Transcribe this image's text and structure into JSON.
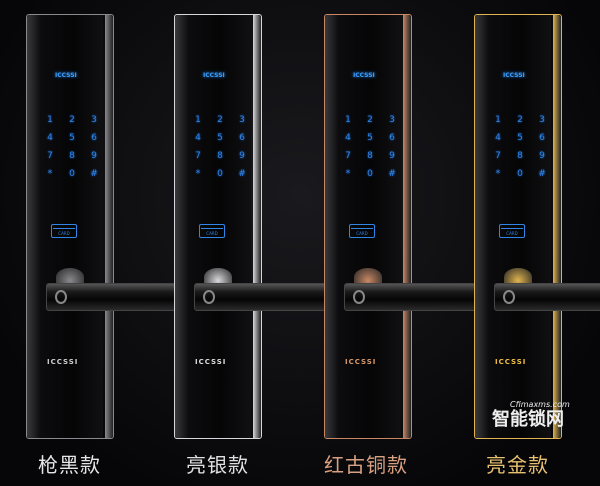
{
  "brand": "ICCSSI",
  "keypad": [
    "1",
    "2",
    "3",
    "4",
    "5",
    "6",
    "7",
    "8",
    "9",
    "*",
    "0",
    "#"
  ],
  "card_label": "CARD",
  "variants": [
    {
      "label": "枪黑款",
      "edge_color": "#8a8a8e",
      "label_color": "#e6e6e6",
      "brand_color": "#cfcfcf"
    },
    {
      "label": "亮银款",
      "edge_color": "#d8d8dc",
      "label_color": "#e0e0e0",
      "brand_color": "#dcdcdc"
    },
    {
      "label": "红古铜款",
      "edge_color": "#c88866",
      "label_color": "#d8a080",
      "brand_color": "#d89a6a"
    },
    {
      "label": "亮金款",
      "edge_color": "#e0b450",
      "label_color": "#e8c070",
      "brand_color": "#f0c040"
    }
  ],
  "watermark": {
    "site": "Cfimaxms.com",
    "name": "智能锁网"
  }
}
